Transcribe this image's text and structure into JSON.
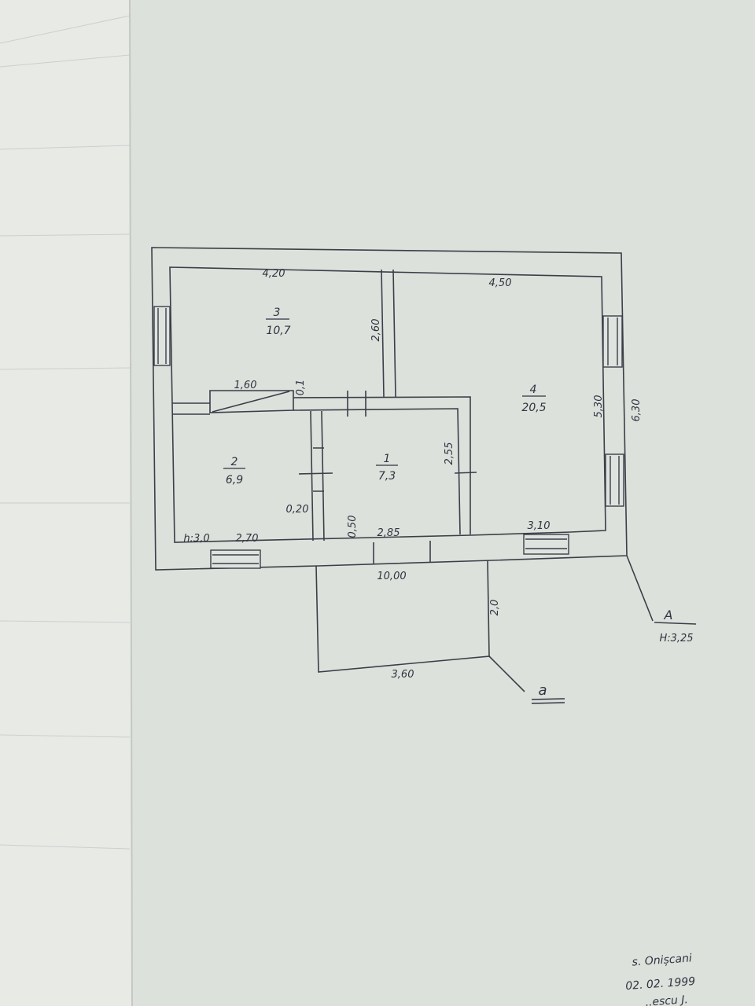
{
  "plan": {
    "rooms": [
      {
        "number": "1",
        "area": "7,3"
      },
      {
        "number": "2",
        "area": "6,9"
      },
      {
        "number": "3",
        "area": "10,7"
      },
      {
        "number": "4",
        "area": "20,5"
      }
    ],
    "dimensions": {
      "room3_width": "4,20",
      "room3_depth": "2,60",
      "room4_width": "4,50",
      "room4_depth": "5,30",
      "overall_depth": "6,30",
      "overall_length": "10,00",
      "stair_width": "1,60",
      "stair_gap": "0,1",
      "room1_depth": "2,55",
      "partition": "0,20",
      "room2_width": "2,70",
      "room1_width": "2,85",
      "door_offset": "0,50",
      "room4_bottom": "3,10",
      "height": "h:3,0",
      "porch_width": "3,60",
      "porch_depth": "2,0"
    },
    "marker_A": {
      "letter": "A",
      "height": "H:3,25"
    },
    "marker_a": {
      "letter": "a"
    }
  },
  "footer": {
    "place": "s. Onișcani",
    "date": "02. 02. 1999",
    "author": "..escu J."
  }
}
